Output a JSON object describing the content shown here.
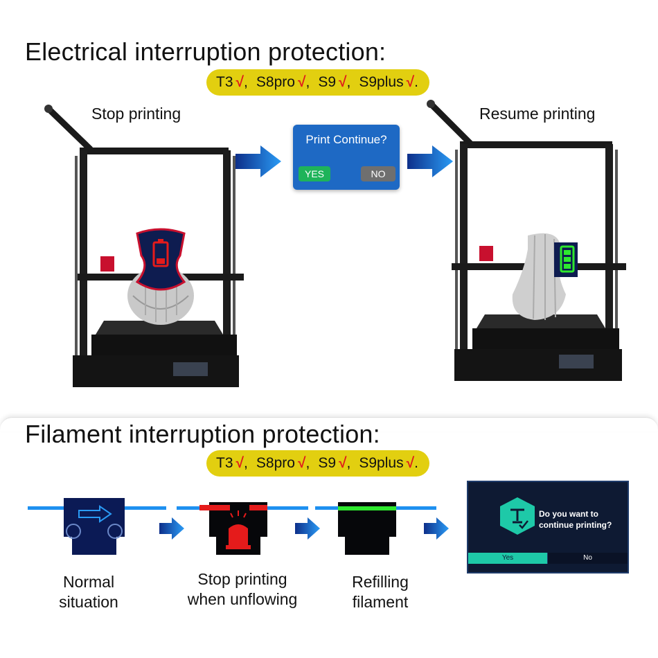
{
  "electrical": {
    "title": "Electrical interruption protection:",
    "models": [
      {
        "name": "T3",
        "check": "√",
        "sep": ","
      },
      {
        "name": "S8pro",
        "check": "√",
        "sep": ","
      },
      {
        "name": "S9",
        "check": "√",
        "sep": ","
      },
      {
        "name": "S9plus",
        "check": "√",
        "sep": "."
      }
    ],
    "left_caption": "Stop printing",
    "right_caption": "Resume printing",
    "dialog": {
      "title": "Print Continue?",
      "yes": "YES",
      "no": "NO"
    }
  },
  "filament": {
    "title": "Filament interruption protection:",
    "models": [
      {
        "name": "T3",
        "check": "√",
        "sep": ","
      },
      {
        "name": "S8pro",
        "check": "√",
        "sep": ","
      },
      {
        "name": "S9",
        "check": "√",
        "sep": ","
      },
      {
        "name": "S9plus",
        "check": "√",
        "sep": "."
      }
    ],
    "steps": [
      {
        "line1": "Normal",
        "line2": "situation"
      },
      {
        "line1": "Stop printing",
        "line2": "when unflowing"
      },
      {
        "line1": "Refilling",
        "line2": "filament"
      }
    ],
    "screen": {
      "line1": "Do you want to",
      "line2": "continue printing?",
      "yes": "Yes",
      "no": "No"
    }
  },
  "colors": {
    "pill": "#e2cf10",
    "check": "#e0191c",
    "arrow_blue": "#1f7fe0",
    "filament_blue": "#1e90f0",
    "block_navy": "#0b1a55",
    "dialog_blue": "#1e69c4",
    "yes_green": "#1eb35a",
    "no_gray": "#6f6f6f",
    "screen_teal": "#1ec9a8",
    "refill_green": "#2ee82e",
    "alarm_red": "#e51b1b"
  }
}
